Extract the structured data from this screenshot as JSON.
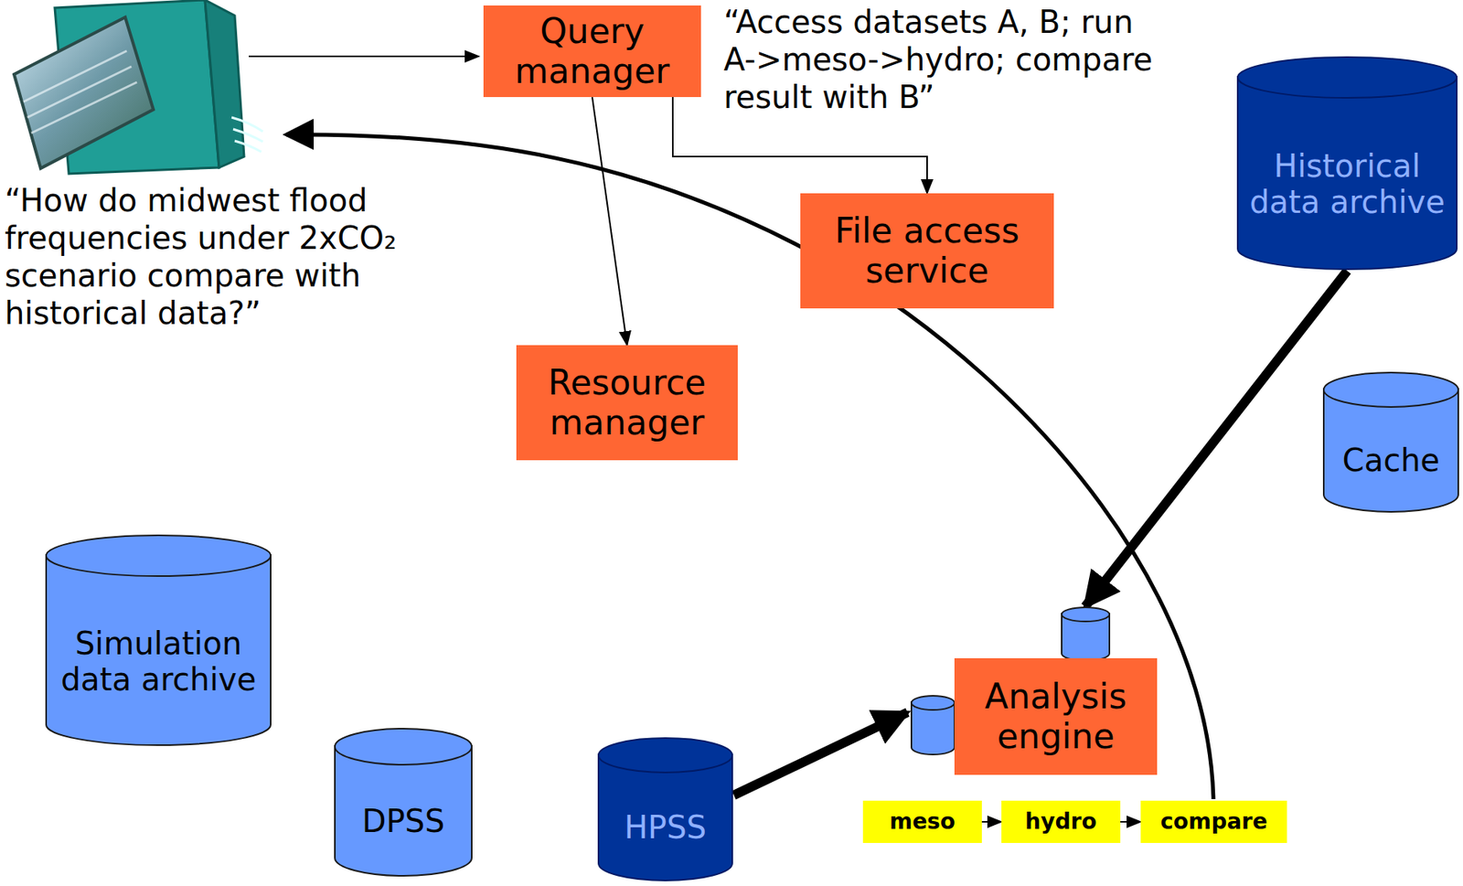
{
  "diagram": {
    "nodes": [
      {
        "text": [
          "Query manager"
        ]
      },
      {
        "text": [
          "File access service"
        ]
      },
      {
        "text": [
          "Historical data archive"
        ]
      },
      {
        "text": [
          "Resource manager"
        ]
      },
      {
        "text": [
          "Cache"
        ]
      },
      {
        "text": [
          "Simulation data archive"
        ]
      },
      {
        "text": [
          "Analysis engine"
        ]
      },
      {
        "text": [
          "DPSS"
        ]
      },
      {
        "text": [
          "HPSS"
        ]
      },
      {
        "text": [
          "meso"
        ]
      },
      {
        "text": [
          "hydro"
        ]
      },
      {
        "text": [
          "compare"
        ]
      }
    ],
    "edges": [
      {
        "from": 0,
        "to": 1,
        "arrow": "to"
      },
      {
        "from": 0,
        "to": 3,
        "arrow": "to"
      },
      {
        "from": 2,
        "to": 6,
        "arrow": "to"
      },
      {
        "from": 8,
        "to": 6,
        "arrow": "to"
      },
      {
        "from": 9,
        "to": 10,
        "arrow": "to"
      },
      {
        "from": 10,
        "to": 11,
        "arrow": "to"
      }
    ],
    "labels": [
      "“Access datasets A, B; run A->meso->hydro; compare result with B”",
      "“How do midwest flood frequencies under 2xCO₂ scenario compare with historical data?”"
    ]
  }
}
